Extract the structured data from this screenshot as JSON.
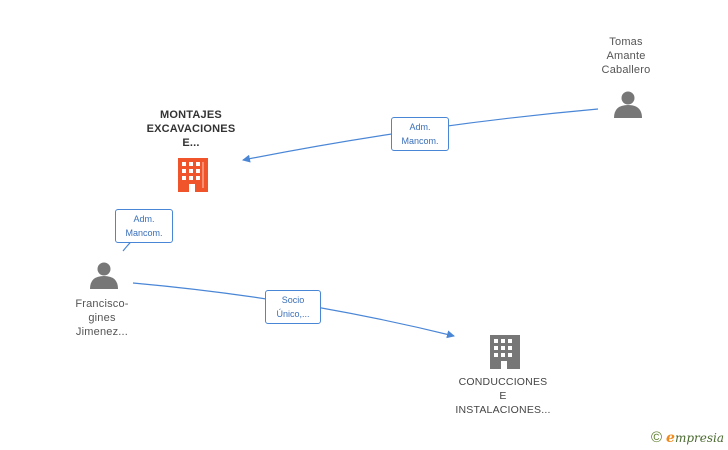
{
  "nodes": {
    "tomas": {
      "lines": [
        "Tomas",
        "Amante",
        "Caballero"
      ],
      "type": "person"
    },
    "montajes": {
      "lines": [
        "MONTAJES",
        "EXCAVACIONES",
        "E..."
      ],
      "type": "company-main"
    },
    "francisco": {
      "lines": [
        "Francisco-",
        "gines",
        "Jimenez..."
      ],
      "type": "person"
    },
    "conducciones": {
      "lines": [
        "CONDUCCIONES",
        "E",
        "INSTALACIONES..."
      ],
      "type": "company"
    }
  },
  "edges": {
    "tomas_montajes": {
      "lines": [
        "Adm.",
        "Mancom."
      ]
    },
    "francisco_montajes": {
      "lines": [
        "Adm.",
        "Mancom."
      ]
    },
    "francisco_conducciones": {
      "lines": [
        "Socio",
        "Único,..."
      ]
    }
  },
  "colors": {
    "edge": "#4a86d6",
    "person_icon": "#777777",
    "company_main": "#f0542a",
    "company": "#777777"
  },
  "footer": {
    "copyright": "©",
    "brand_first": "e",
    "brand_rest": "mpresia"
  }
}
